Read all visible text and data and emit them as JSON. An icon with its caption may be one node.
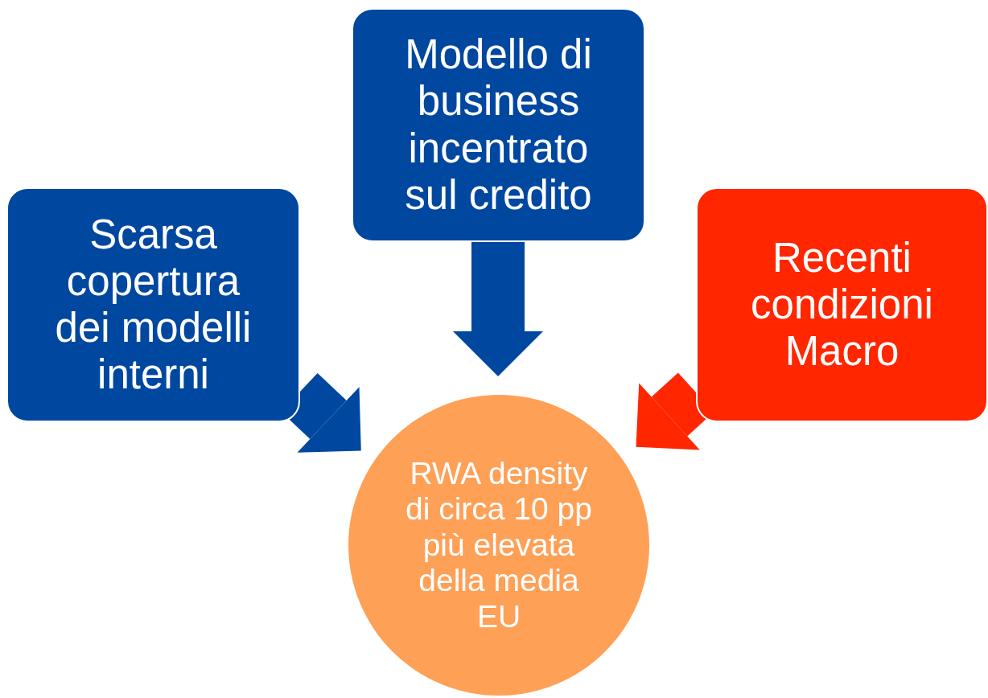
{
  "diagram": {
    "nodes": [
      {
        "text": [
          "Modello di business incentrato sul credito"
        ]
      },
      {
        "text": [
          "Scarsa copertura dei modelli interni"
        ]
      },
      {
        "text": [
          "Recenti condizioni Macro"
        ]
      },
      {
        "text": [
          "RWA density di circa 10 pp più elevata della media EU"
        ]
      }
    ],
    "edges": [
      {
        "from": 1,
        "to": 3,
        "arrow": "to"
      },
      {
        "from": 0,
        "to": 3,
        "arrow": "to"
      },
      {
        "from": 2,
        "to": 3,
        "arrow": "to",
        "color": "#ff2600"
      }
    ]
  }
}
